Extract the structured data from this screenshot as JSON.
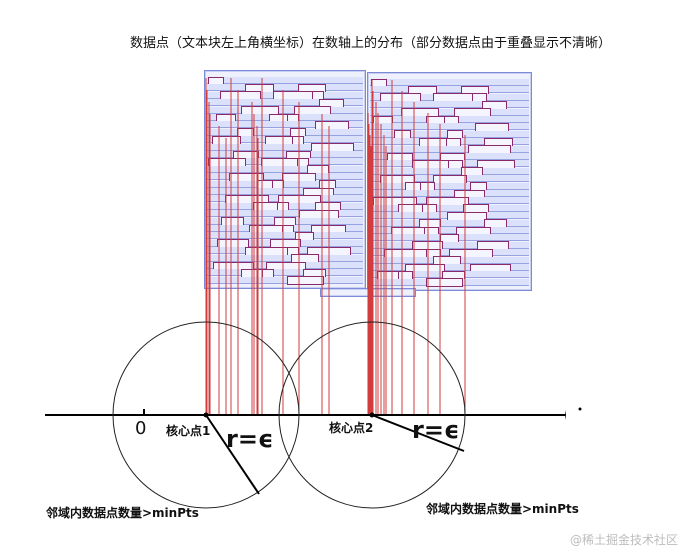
{
  "title": "数据点（文本块左上角横坐标）在数轴上的分布（部分数据点由于重叠显示不清晰）",
  "axis": {
    "zero_label": "0"
  },
  "core_points": [
    {
      "label": "核心点1",
      "radius_label": "r=ϵ"
    },
    {
      "label": "核心点2",
      "radius_label": "r=ϵ"
    }
  ],
  "captions": {
    "left": "邻域内数据点数量>minPts",
    "right": "邻域内数据点数量>minPts"
  },
  "watermark": "@稀土掘金技术社区",
  "colors": {
    "axis": "#000000",
    "projection_lines": "#d23c3c",
    "circle": "#333333",
    "panel_border": "#7c8bd8",
    "panel_fill": "#eef0fc",
    "text_box_border": "#8a2a6a"
  }
}
